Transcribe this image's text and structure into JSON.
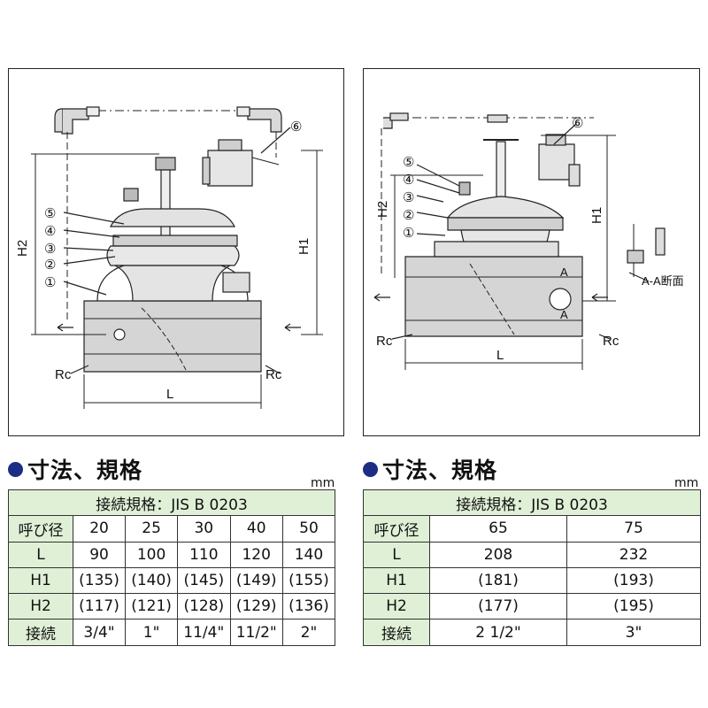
{
  "left": {
    "labels": {
      "n1": "①",
      "n2": "②",
      "n3": "③",
      "n4": "④",
      "n5": "⑤",
      "n6": "⑥",
      "h1": "H1",
      "h2": "H2",
      "l": "L",
      "rc1": "Rc",
      "rc2": "Rc"
    },
    "heading": "寸法、規格",
    "unit": "mm",
    "table": {
      "standard": "接続規格：JIS B 0203",
      "rows": [
        {
          "label": "呼び径",
          "values": [
            "20",
            "25",
            "30",
            "40",
            "50"
          ]
        },
        {
          "label": "L",
          "values": [
            "90",
            "100",
            "110",
            "120",
            "140"
          ]
        },
        {
          "label": "H1",
          "values": [
            "(135)",
            "(140)",
            "(145)",
            "(149)",
            "(155)"
          ]
        },
        {
          "label": "H2",
          "values": [
            "(117)",
            "(121)",
            "(128)",
            "(129)",
            "(136)"
          ]
        },
        {
          "label": "接続",
          "values": [
            "3/4\"",
            "1\"",
            "11/4\"",
            "11/2\"",
            "2\""
          ]
        }
      ]
    }
  },
  "right": {
    "labels": {
      "n1": "①",
      "n2": "②",
      "n3": "③",
      "n4": "④",
      "n5": "⑤",
      "n6": "⑥",
      "h1": "H1",
      "h2": "H2",
      "l": "L",
      "rc1": "Rc",
      "rc2": "Rc",
      "a1": "A",
      "a2": "A",
      "section": "A-A断面"
    },
    "heading": "寸法、規格",
    "unit": "mm",
    "table": {
      "standard": "接続規格：JIS B 0203",
      "rows": [
        {
          "label": "呼び径",
          "values": [
            "65",
            "75"
          ]
        },
        {
          "label": "L",
          "values": [
            "208",
            "232"
          ]
        },
        {
          "label": "H1",
          "values": [
            "(181)",
            "(193)"
          ]
        },
        {
          "label": "H2",
          "values": [
            "(177)",
            "(195)"
          ]
        },
        {
          "label": "接続",
          "values": [
            "2 1/2\"",
            "3\""
          ]
        }
      ]
    }
  }
}
